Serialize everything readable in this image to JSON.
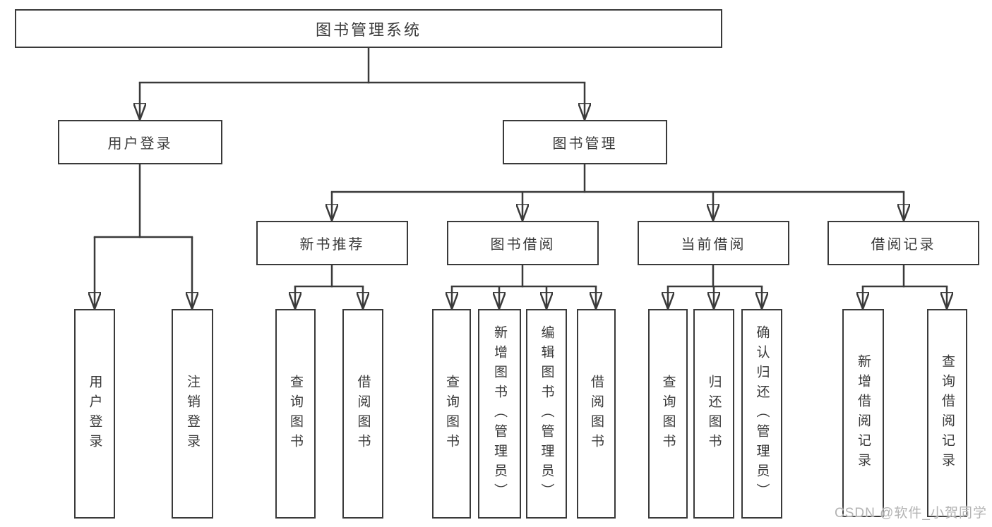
{
  "diagram": {
    "type": "hierarchy-flowchart",
    "title": "图书管理系统",
    "tree": {
      "root": {
        "label": "图书管理系统",
        "children": [
          {
            "label": "用户登录",
            "children": [
              {
                "label": "用户登录"
              },
              {
                "label": "注销登录"
              }
            ]
          },
          {
            "label": "图书管理",
            "children": [
              {
                "label": "新书推荐",
                "children": [
                  {
                    "label": "查询图书"
                  },
                  {
                    "label": "借阅图书"
                  }
                ]
              },
              {
                "label": "图书借阅",
                "children": [
                  {
                    "label": "查询图书"
                  },
                  {
                    "label": "新增图书（管理员）"
                  },
                  {
                    "label": "编辑图书（管理员）"
                  },
                  {
                    "label": "借阅图书"
                  }
                ]
              },
              {
                "label": "当前借阅",
                "children": [
                  {
                    "label": "查询图书"
                  },
                  {
                    "label": "归还图书"
                  },
                  {
                    "label": "确认归还（管理员）"
                  }
                ]
              },
              {
                "label": "借阅记录",
                "children": [
                  {
                    "label": "新增借阅记录"
                  },
                  {
                    "label": "查询借阅记录"
                  }
                ]
              }
            ]
          }
        ]
      }
    },
    "watermark": "CSDN @软件_小贺同学",
    "colors": {
      "line": "#3a3a3a",
      "box_border": "#3a3a3a",
      "text": "#3a3a3a",
      "background": "#ffffff",
      "watermark": "#b3b3b3"
    }
  }
}
